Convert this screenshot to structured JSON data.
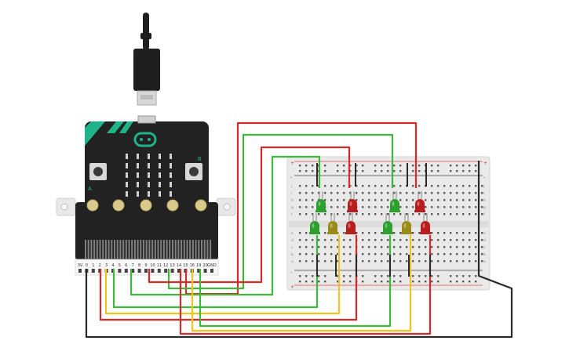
{
  "microbit": {
    "edge_pins": [
      "3V",
      "0",
      "1",
      "2",
      "3",
      "4",
      "5",
      "6",
      "7",
      "8",
      "9",
      "10",
      "11",
      "12",
      "13",
      "14",
      "15",
      "16",
      "19",
      "20",
      "GND"
    ],
    "button_a": "A",
    "button_b": "B"
  },
  "breadboard": {
    "row_letters_top": [
      "j",
      "i",
      "h",
      "g",
      "f"
    ],
    "row_letters_bottom": [
      "e",
      "d",
      "c",
      "b",
      "a"
    ],
    "rail_plus": "+",
    "rail_minus": "-"
  },
  "colors": {
    "microbit_body": "#222222",
    "microbit_accent": "#1fb38a",
    "wire_red": "#d62a2a",
    "wire_green": "#3db83d",
    "wire_yellow": "#f0c419",
    "wire_black": "#2a2a2a",
    "led_green": "#2d9f2d",
    "led_red": "#b81d1d",
    "led_yellow": "#9a8a18",
    "breadboard": "#e9e9e9"
  },
  "leds": [
    {
      "color": "green"
    },
    {
      "color": "red"
    },
    {
      "color": "green"
    },
    {
      "color": "red"
    },
    {
      "color": "green"
    },
    {
      "color": "yellow"
    },
    {
      "color": "red"
    },
    {
      "color": "green"
    },
    {
      "color": "yellow"
    },
    {
      "color": "red"
    }
  ]
}
